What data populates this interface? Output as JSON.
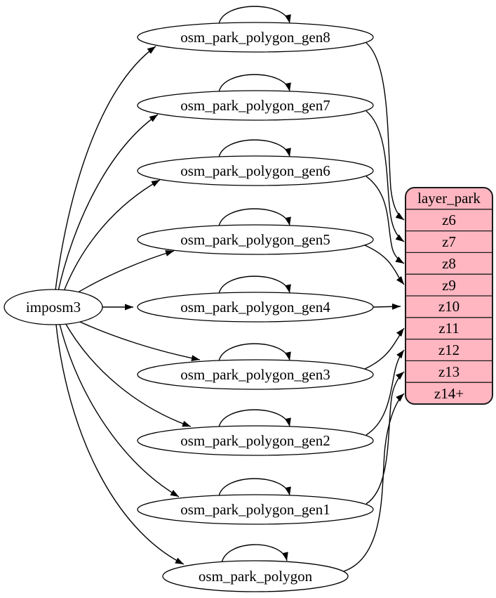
{
  "diagram": {
    "kind": "table-mapping-graph",
    "source_node": {
      "label": "imposm3"
    },
    "table_nodes": [
      {
        "label": "osm_park_polygon_gen8",
        "from": "imposm3",
        "self_loop": true,
        "writes_zoom": "z6"
      },
      {
        "label": "osm_park_polygon_gen7",
        "from": "imposm3",
        "self_loop": true,
        "writes_zoom": "z7"
      },
      {
        "label": "osm_park_polygon_gen6",
        "from": "imposm3",
        "self_loop": true,
        "writes_zoom": "z8"
      },
      {
        "label": "osm_park_polygon_gen5",
        "from": "imposm3",
        "self_loop": true,
        "writes_zoom": "z9"
      },
      {
        "label": "osm_park_polygon_gen4",
        "from": "imposm3",
        "self_loop": true,
        "writes_zoom": "z10"
      },
      {
        "label": "osm_park_polygon_gen3",
        "from": "imposm3",
        "self_loop": true,
        "writes_zoom": "z11"
      },
      {
        "label": "osm_park_polygon_gen2",
        "from": "imposm3",
        "self_loop": true,
        "writes_zoom": "z12"
      },
      {
        "label": "osm_park_polygon_gen1",
        "from": "imposm3",
        "self_loop": true,
        "writes_zoom": "z13"
      },
      {
        "label": "osm_park_polygon",
        "from": "imposm3",
        "self_loop": true,
        "writes_zoom": "z14+"
      }
    ],
    "layer_table": {
      "header": "layer_park",
      "rows": [
        "z6",
        "z7",
        "z8",
        "z9",
        "z10",
        "z11",
        "z12",
        "z13",
        "z14+"
      ],
      "fill_color": "#ffb6c1",
      "stroke_color": "#1a1a1a"
    },
    "colors": {
      "background": "#ffffff",
      "node_fill": "#ffffff",
      "edge": "#000000"
    }
  }
}
